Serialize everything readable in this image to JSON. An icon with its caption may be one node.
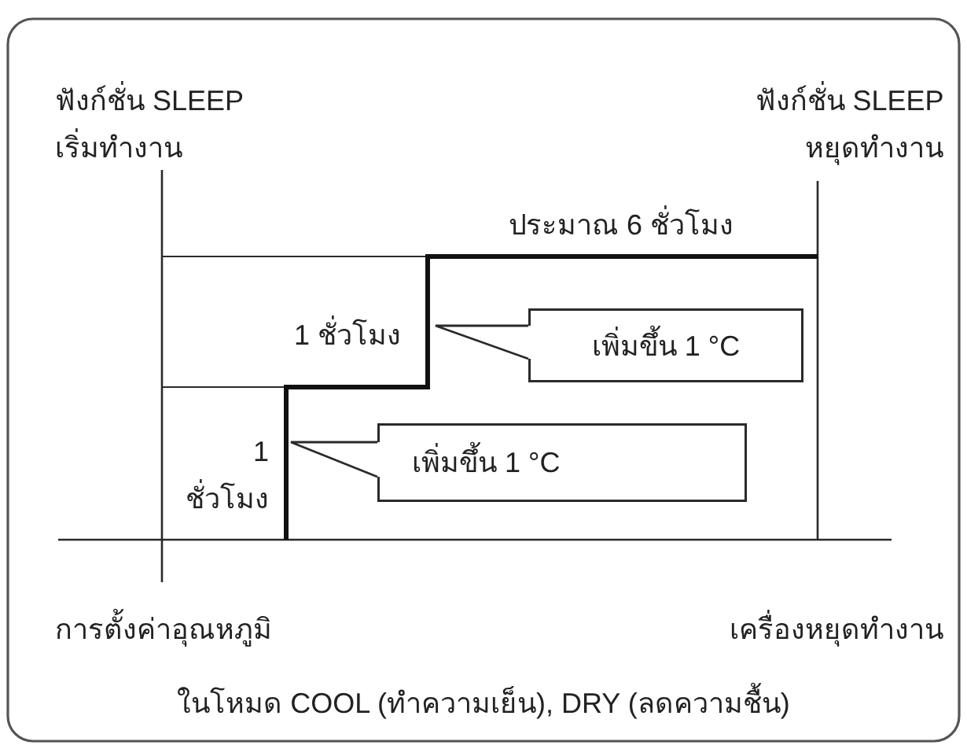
{
  "diagram": {
    "caption": "ในโหมด COOL (ทำความเย็น), DRY (ลดความชื้น)",
    "nodes": [
      {
        "text": [
          "เพิ่มขึ้น 1 °C"
        ]
      },
      {
        "text": [
          "เพิ่มขึ้น 1 °C"
        ]
      }
    ],
    "edges": [
      {
        "from": 0,
        "to": null,
        "arrow": "none"
      },
      {
        "from": 1,
        "to": null,
        "arrow": "none"
      }
    ],
    "labels": [
      "ฟังก์ชั่น SLEEP เริ่มทำงาน",
      "ฟังก์ชั่น SLEEP หยุดทำงาน",
      "ประมาณ 6 ชั่วโมง",
      "1 ชั่วโมง",
      "1 ชั่วโมง",
      "การตั้งค่าอุณหภูมิ",
      "เครื่องหยุดทำงาน"
    ]
  }
}
